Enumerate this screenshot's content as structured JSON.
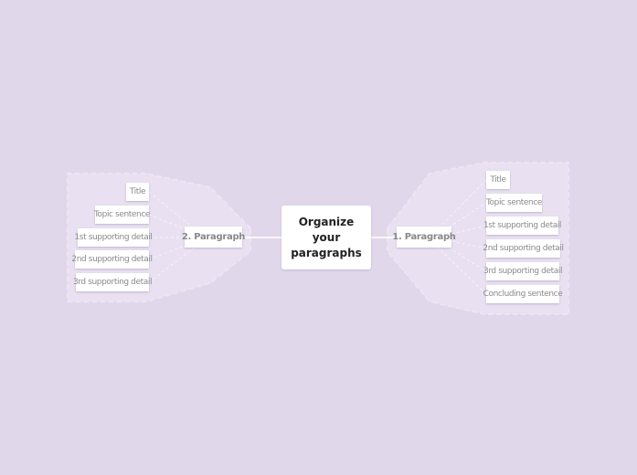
{
  "map": {
    "central": {
      "label": "Organize your paragraphs",
      "lines": [
        "Organize",
        "your",
        "paragraphs"
      ]
    },
    "branches": [
      {
        "label": "1. Paragraph",
        "side": "right",
        "children": [
          "Title",
          "Topic sentence",
          "1st supporting detail",
          "2nd supporting detail",
          "3rd supporting detail",
          "Concluding sentence"
        ]
      },
      {
        "label": "2. Paragraph",
        "side": "left",
        "children": [
          "Title",
          "Topic sentence",
          "1st supporting detail",
          "2nd supporting detail",
          "3rd supporting detail"
        ]
      }
    ]
  },
  "colors": {
    "background": "#e1d7ea",
    "group_background": "#e8e0f0",
    "node_fill": "#ffffff",
    "node_text": "#8a8a8a",
    "central_text": "#222222",
    "connector": "#ffffff"
  }
}
